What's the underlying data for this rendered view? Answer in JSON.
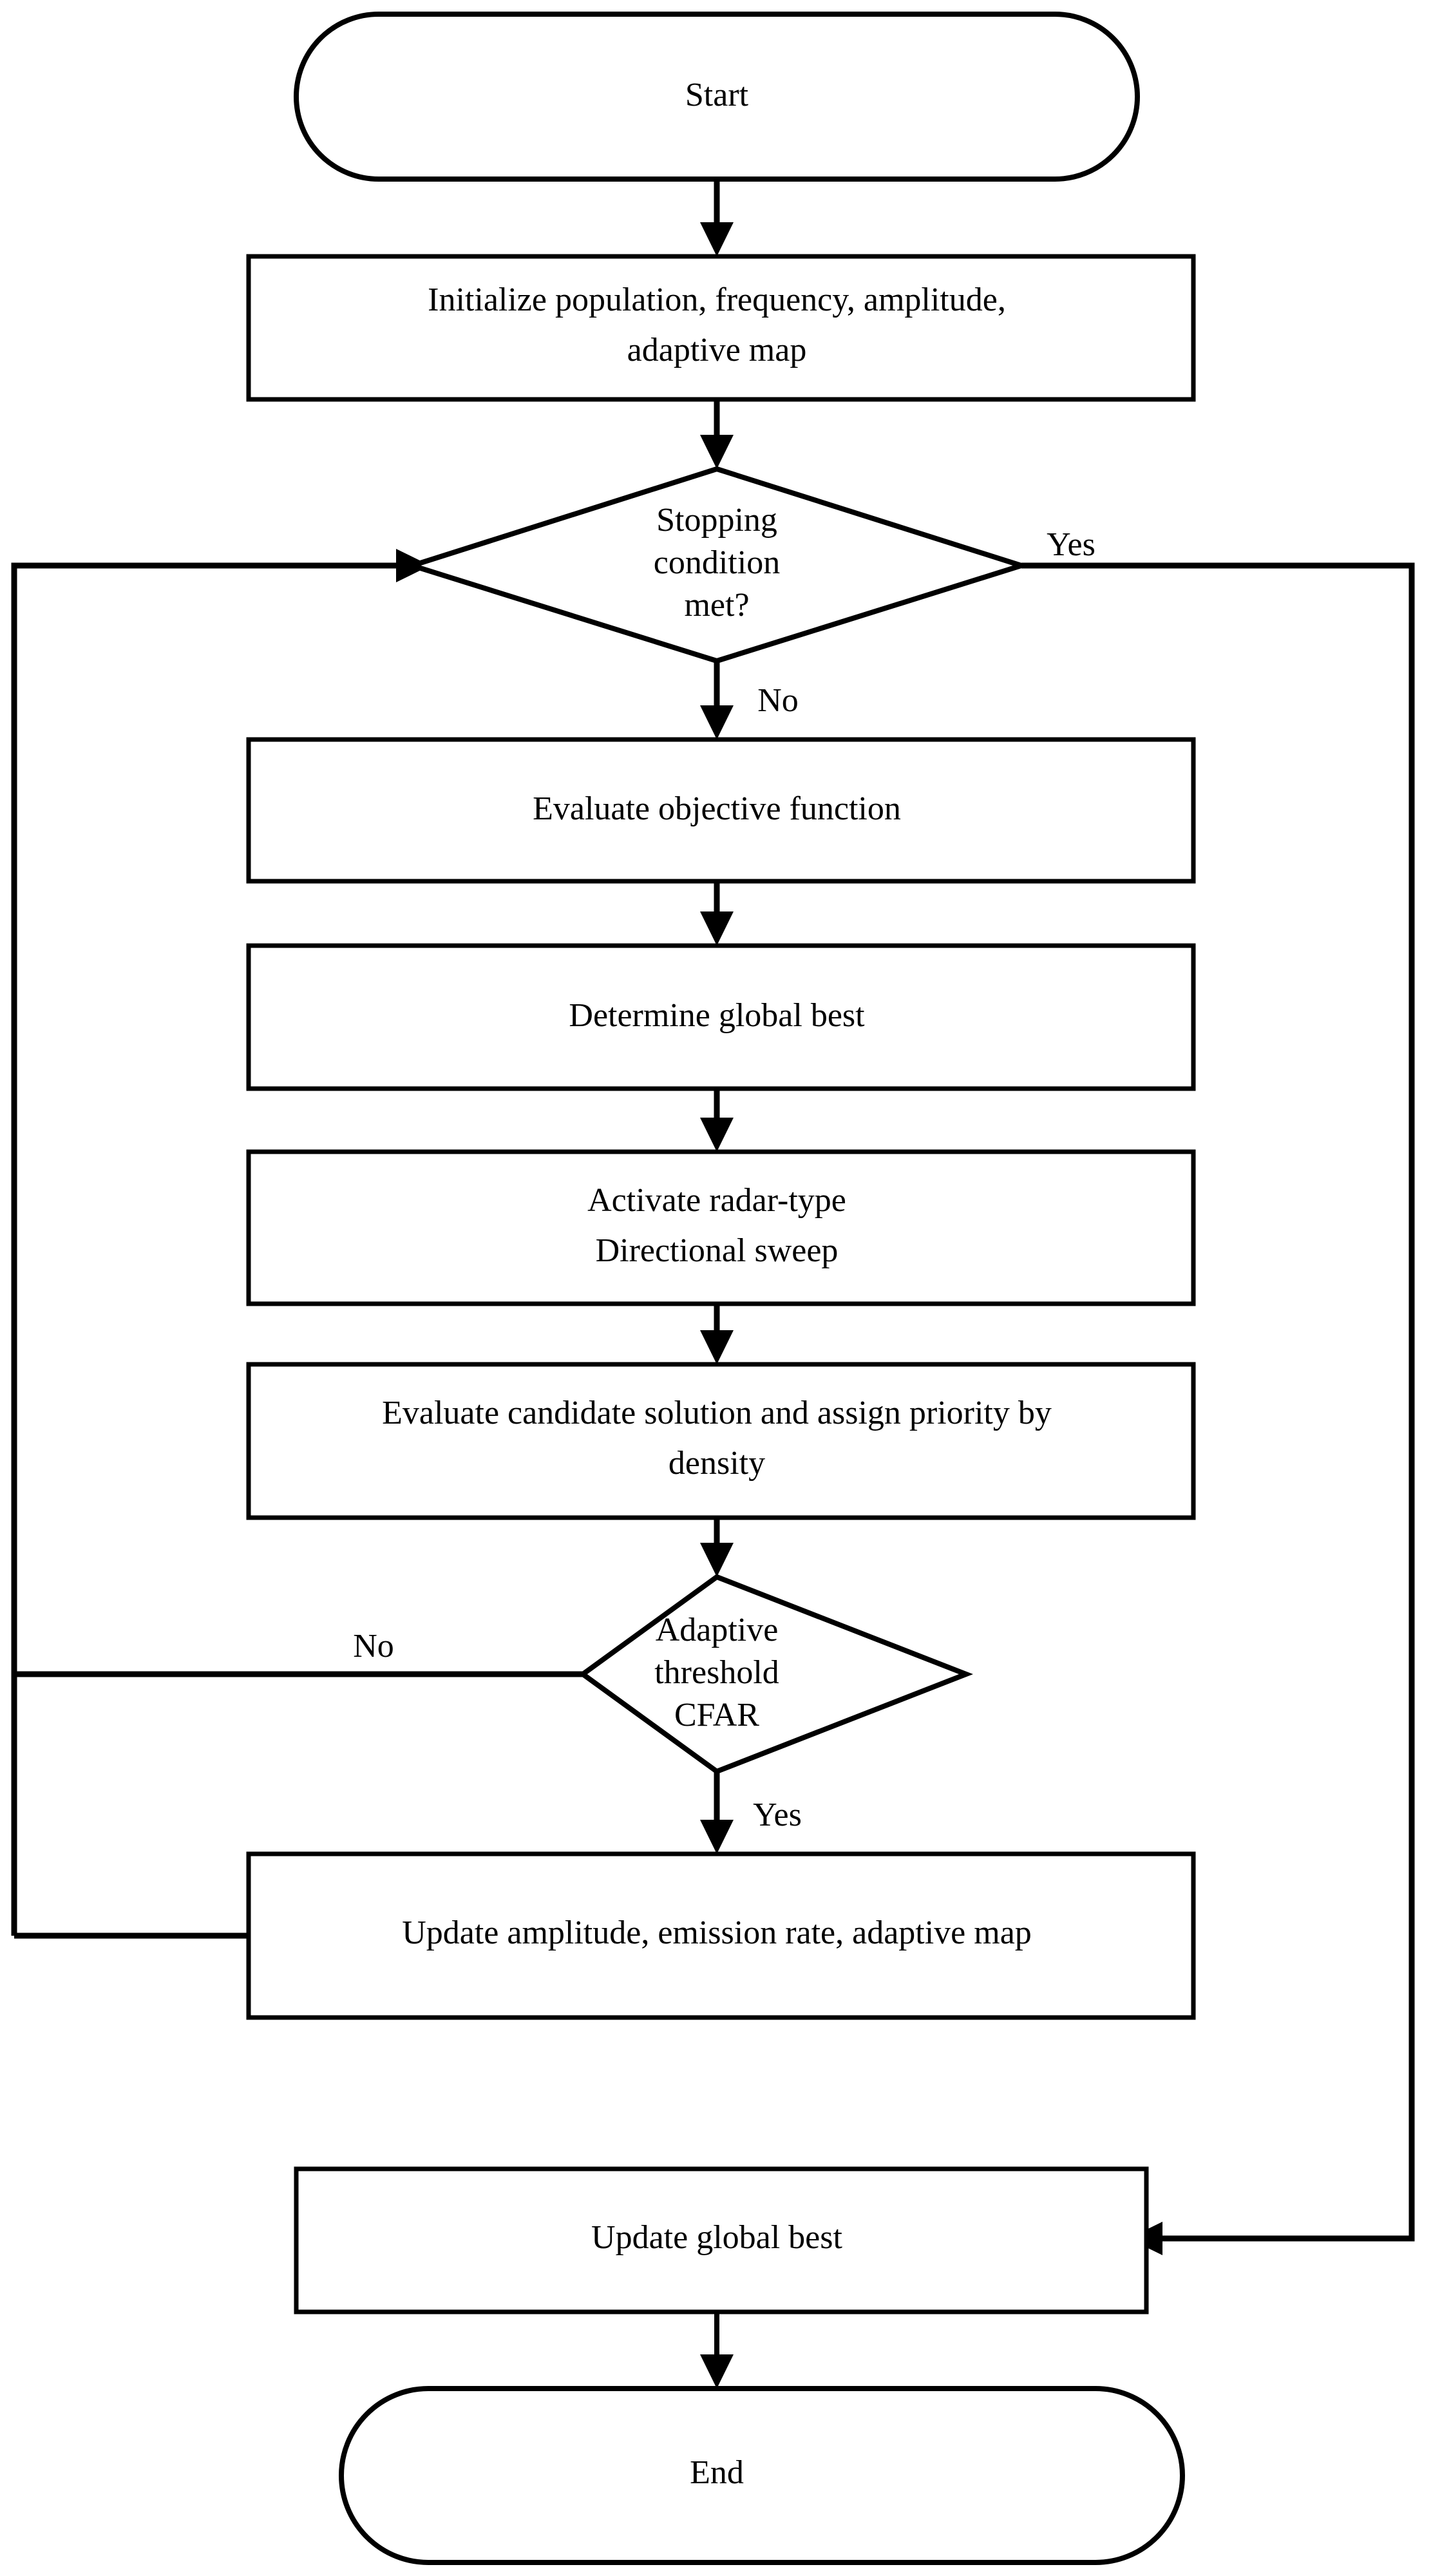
{
  "diagram": {
    "type": "flowchart",
    "title": "Radar-inspired adaptive bat algorithm flowchart",
    "orientation": "top-to-bottom",
    "background_color": "#ffffff",
    "line_color": "#000000",
    "text_color": "#000000",
    "nodes": [
      {
        "id": "start",
        "shape": "terminator",
        "text": "Start"
      },
      {
        "id": "initialize",
        "shape": "process",
        "line1": "Initialize population, frequency, amplitude,",
        "line2": "adaptive map"
      },
      {
        "id": "stopping",
        "shape": "decision",
        "line1": "Stopping",
        "line2": "condition",
        "line3": "met?"
      },
      {
        "id": "evaluate",
        "shape": "process",
        "text": "Evaluate objective function"
      },
      {
        "id": "global_best",
        "shape": "process",
        "text": "Determine global best"
      },
      {
        "id": "radar_sweep",
        "shape": "process",
        "line1": "Activate radar-type",
        "line2": "Directional sweep"
      },
      {
        "id": "candidate",
        "shape": "process",
        "line1": "Evaluate candidate solution and assign priority by",
        "line2": "density"
      },
      {
        "id": "cfar",
        "shape": "decision",
        "line1": "Adaptive",
        "line2": "threshold",
        "line3": "CFAR"
      },
      {
        "id": "update_params",
        "shape": "process",
        "text": "Update amplitude, emission rate, adaptive map"
      },
      {
        "id": "update_best",
        "shape": "process",
        "text": "Update global best"
      },
      {
        "id": "end",
        "shape": "terminator",
        "text": "End"
      }
    ],
    "edge_labels": {
      "stopping_yes": "Yes",
      "stopping_no": "No",
      "cfar_no": "No",
      "cfar_yes": "Yes"
    },
    "edges": [
      {
        "from": "start",
        "to": "initialize",
        "label": ""
      },
      {
        "from": "initialize",
        "to": "stopping",
        "label": ""
      },
      {
        "from": "stopping",
        "to": "update_best",
        "label": "Yes"
      },
      {
        "from": "stopping",
        "to": "evaluate",
        "label": "No"
      },
      {
        "from": "evaluate",
        "to": "global_best",
        "label": ""
      },
      {
        "from": "global_best",
        "to": "radar_sweep",
        "label": ""
      },
      {
        "from": "radar_sweep",
        "to": "candidate",
        "label": ""
      },
      {
        "from": "candidate",
        "to": "cfar",
        "label": ""
      },
      {
        "from": "cfar",
        "to": "stopping",
        "label": "No"
      },
      {
        "from": "cfar",
        "to": "update_params",
        "label": "Yes"
      },
      {
        "from": "update_params",
        "to": "stopping",
        "label": ""
      },
      {
        "from": "update_best",
        "to": "end",
        "label": ""
      }
    ]
  }
}
